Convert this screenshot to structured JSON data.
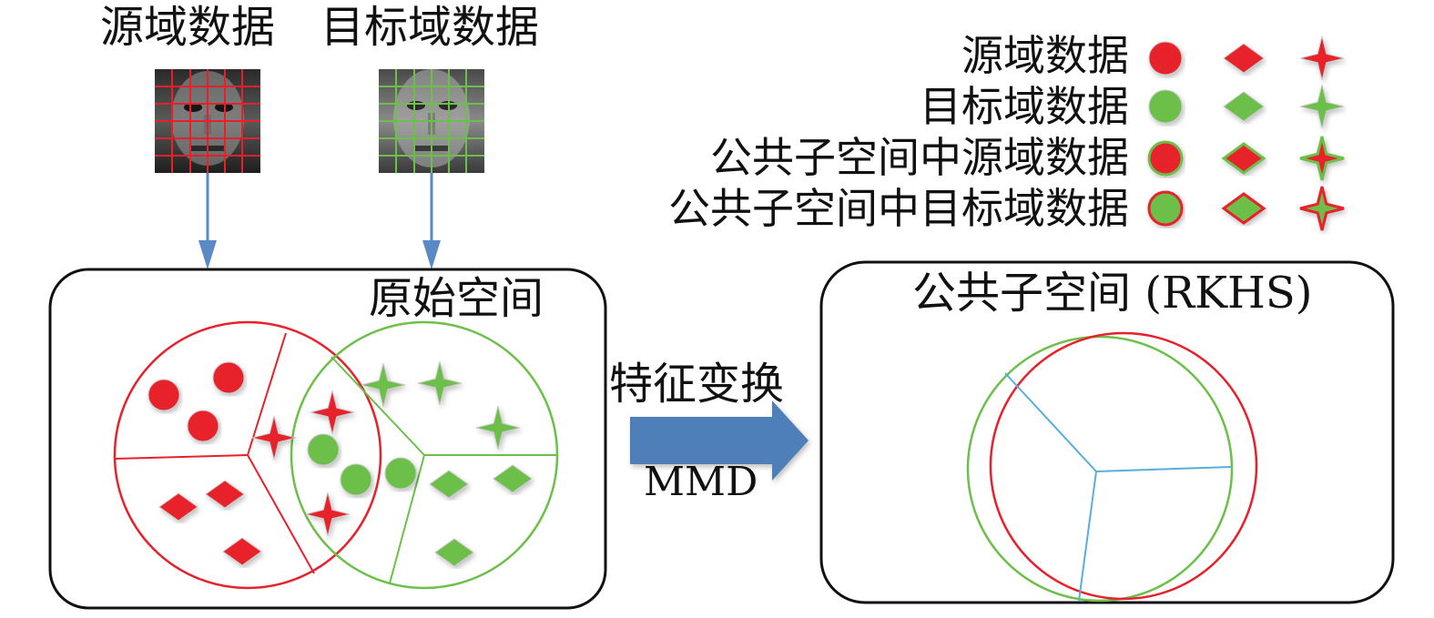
{
  "labels": {
    "source_data": "源域数据",
    "target_data": "目标域数据",
    "original_space": "原始空间",
    "feature_transform": "特征变换",
    "mmd": "MMD",
    "common_subspace": "公共子空间 (RKHS)"
  },
  "legend": {
    "rows": [
      {
        "label": "源域数据",
        "style": "source"
      },
      {
        "label": "目标域数据",
        "style": "target"
      },
      {
        "label": "公共子空间中源域数据",
        "style": "common-source"
      },
      {
        "label": "公共子空间中目标域数据",
        "style": "common-target"
      }
    ],
    "shapes": [
      "circle",
      "diamond",
      "star"
    ]
  },
  "colors": {
    "red": "#e8202a",
    "green": "#6cc04a",
    "red_outline": "#d81c24",
    "green_outline": "#5cb83c",
    "arrow_blue": "#5a8ac6",
    "transform_arrow": "#4f7fb8",
    "partition_blue": "#5aaedc",
    "box_border": "#111111"
  },
  "icons": [
    "face-photo-source",
    "face-photo-target",
    "circle-marker",
    "diamond-marker",
    "star-marker",
    "down-arrow",
    "right-arrow"
  ]
}
